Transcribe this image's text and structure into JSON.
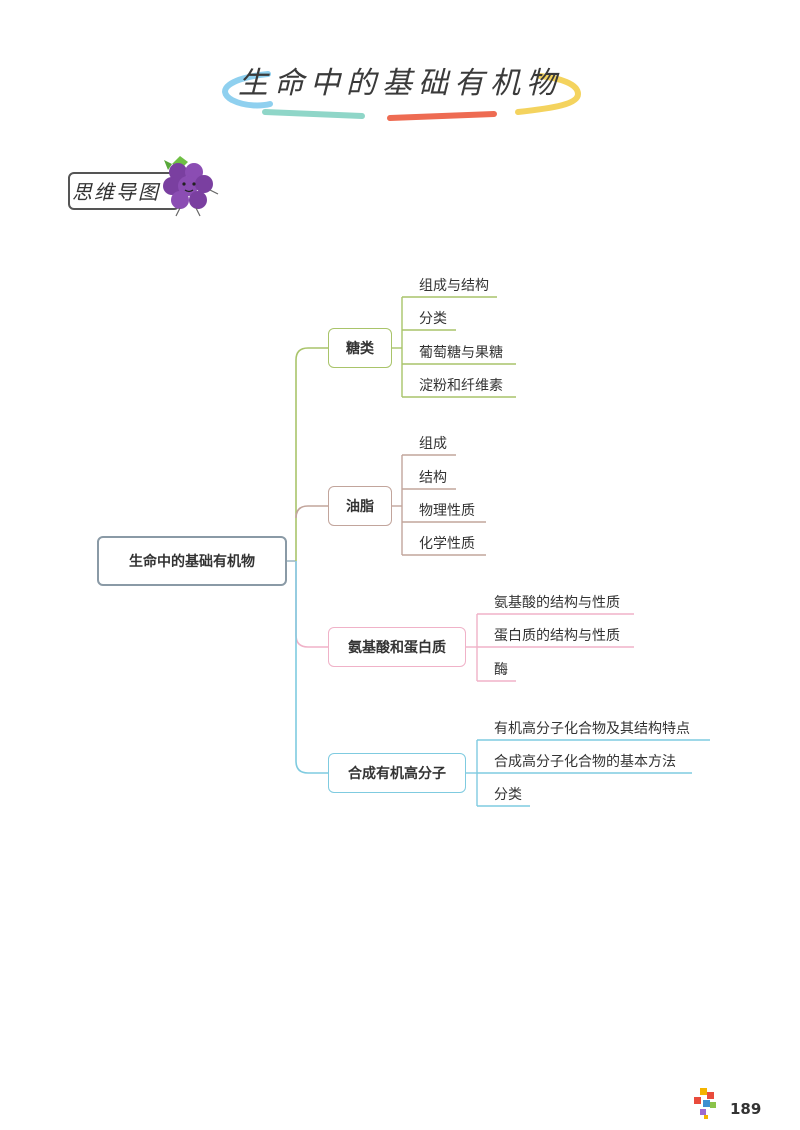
{
  "title": "生命中的基础有机物",
  "badge": "思维导图",
  "root": "生命中的基础有机物",
  "branches": [
    {
      "label": "糖类",
      "color": "#a9c46a",
      "children": [
        "组成与结构",
        "分类",
        "葡萄糖与果糖",
        "淀粉和纤维素"
      ]
    },
    {
      "label": "油脂",
      "color": "#c2a59c",
      "children": [
        "组成",
        "结构",
        "物理性质",
        "化学性质"
      ]
    },
    {
      "label": "氨基酸和蛋白质",
      "color": "#f0b2c8",
      "children": [
        "氨基酸的结构与性质",
        "蛋白质的结构与性质",
        "酶"
      ]
    },
    {
      "label": "合成有机高分子",
      "color": "#7fcbe0",
      "children": [
        "有机高分子化合物及其结构特点",
        "合成高分子化合物的基本方法",
        "分类"
      ]
    }
  ],
  "page_number": "189"
}
